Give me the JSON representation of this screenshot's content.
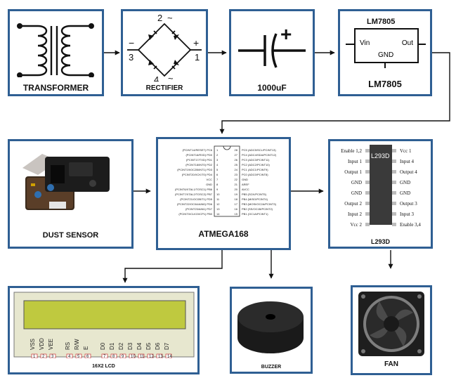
{
  "blocks": {
    "transformer": "TRANSFORMER",
    "rectifier": "RECTIFIER",
    "capacitor": "1000uF",
    "regulator": "LM7805",
    "dust_sensor": "DUST SENSOR",
    "mcu": "ATMEGA168",
    "driver": "L293D",
    "lcd": "16X2 LCD",
    "buzzer": "BUZZER",
    "fan": "FAN"
  },
  "regulator_symbol": {
    "title": "LM7805",
    "vin": "Vin",
    "out": "Out",
    "gnd": "GND"
  },
  "rectifier_terminals": {
    "t1": "1",
    "t2": "2",
    "t3": "3",
    "t4": "4",
    "minus": "−",
    "plus": "+",
    "ac1": "~",
    "ac2": "~"
  },
  "capacitor_plus": "+",
  "atmega_pins_left": [
    "(PCINT14/RESET) PC6",
    "(PCINT16/RXD) PD0",
    "(PCINT17/TXD) PD1",
    "(PCINT18/INT0) PD2",
    "(PCINT19/OC2B/INT1) PD3",
    "(PCINT20/XCK/T0) PD4",
    "VCC",
    "GND",
    "(PCINT6/XTAL1/TOSC1) PB6",
    "(PCINT7/XTAL2/TOSC2) PB7",
    "(PCINT21/OC0B/T1) PD5",
    "(PCINT22/OC0A/AIN0) PD6",
    "(PCINT23/AIN1) PD7",
    "(PCINT0/CLKO/ICP1) PB0"
  ],
  "atmega_pins_right": [
    "PC5 (ADC5/SCL/PCINT13)",
    "PC4 (ADC4/SDA/PCINT12)",
    "PC3 (ADC3/PCINT11)",
    "PC2 (ADC2/PCINT10)",
    "PC1 (ADC1/PCINT9)",
    "PC0 (ADC0/PCINT8)",
    "GND",
    "AREF",
    "AVCC",
    "PB5 (SCK/PCINT5)",
    "PB4 (MISO/PCINT4)",
    "PB3 (MOSI/OC2A/PCINT3)",
    "PB2 (SS/OC1B/PCINT2)",
    "PB1 (OC1A/PCINT1)"
  ],
  "l293_left": [
    "Enable 1,2",
    "Input 1",
    "Output 1",
    "GND",
    "GND",
    "Output 2",
    "Input 2",
    "Vcc 2"
  ],
  "l293_right": [
    "Vcc 1",
    "Input 4",
    "Output 4",
    "GND",
    "GND",
    "Output 3",
    "Input 3",
    "Enable 3,4"
  ],
  "lcd_pin_labels": [
    "VSS",
    "VDD",
    "VEE",
    "RS",
    "R/W",
    "E",
    "D0",
    "D1",
    "D2",
    "D3",
    "D4",
    "D5",
    "D6",
    "D7"
  ],
  "lcd_pin_numbers": [
    "1",
    "2",
    "3",
    "4",
    "5",
    "6",
    "7",
    "8",
    "9",
    "10",
    "11",
    "12",
    "13",
    "14"
  ]
}
